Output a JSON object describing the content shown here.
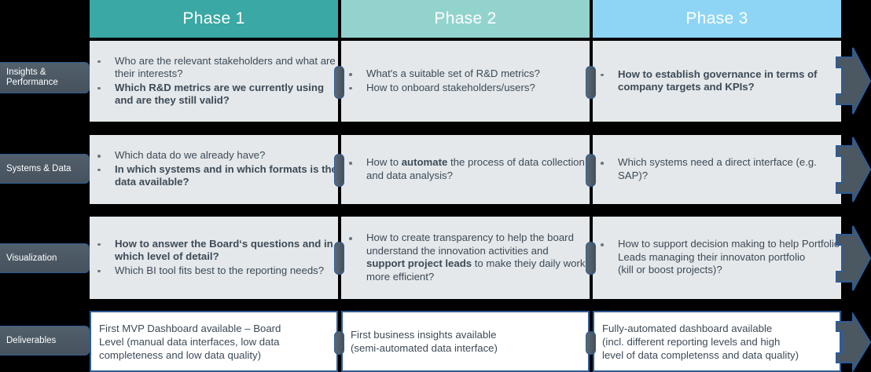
{
  "colors": {
    "phase1": "#3aa8a4",
    "phase2": "#93d3ce",
    "phase3": "#8ed5f5",
    "cell_bg": "#e4e8ea",
    "label_bg": "#4b5862",
    "border_blue": "#2e5c94",
    "text": "#3d4a57",
    "page_bg": "#000000"
  },
  "phases": [
    {
      "title": "Phase 1"
    },
    {
      "title": "Phase 2"
    },
    {
      "title": "Phase 3"
    }
  ],
  "row_labels": [
    {
      "line1": "Insights &",
      "line2": "Performance"
    },
    {
      "line1": "Systems & Data",
      "line2": ""
    },
    {
      "line1": "Visualization",
      "line2": ""
    },
    {
      "line1": "Deliverables",
      "line2": ""
    }
  ],
  "rows": [
    {
      "name": "Insights & Performance",
      "cells": [
        {
          "bullets": [
            {
              "text": "Who are the relevant stakeholders and what are their interests?",
              "bold": false
            },
            {
              "text": "Which R&D metrics are we currently using and are they still valid?",
              "bold": true
            }
          ]
        },
        {
          "bullets": [
            {
              "text": "What's a suitable set of R&D metrics?",
              "bold": false
            },
            {
              "text": "How to onboard stakeholders/users?",
              "bold": false
            }
          ]
        },
        {
          "bullets": [
            {
              "text": "How to establish governance in terms of company targets and KPIs?",
              "bold": true
            }
          ]
        }
      ]
    },
    {
      "name": "Systems & Data",
      "cells": [
        {
          "bullets": [
            {
              "text": "Which data do we already have?",
              "bold": false
            },
            {
              "text": "In which systems and in which formats is the data available?",
              "bold": true
            }
          ]
        },
        {
          "bullets": [
            {
              "pre": "How to ",
              "strong": "automate",
              "post": " the process of data collection and data analysis?",
              "bold": false
            }
          ]
        },
        {
          "bullets": [
            {
              "text": "Which systems need a direct interface (e.g. SAP)?",
              "bold": false
            }
          ]
        }
      ]
    },
    {
      "name": "Visualization",
      "cells": [
        {
          "bullets": [
            {
              "text": "How to answer the Board‘s questions and in which level of detail?",
              "bold": true
            },
            {
              "text": "Which BI tool fits best to the reporting needs?",
              "bold": false
            }
          ]
        },
        {
          "bullets": [
            {
              "pre": "How to create transparency to help the board understand the innovation activities and ",
              "strong": "support project leads",
              "post": " to make theiy daily work more efficient?",
              "bold": false
            }
          ]
        },
        {
          "bullets": [
            {
              "text": "How to support decision making to help Portfolio Leads managing their innovaton portfolio",
              "bold": false,
              "extra_line": "(kill or boost projects)?"
            }
          ]
        }
      ]
    },
    {
      "name": "Deliverables",
      "cells": [
        {
          "lines": [
            "First MVP Dashboard available – Board",
            "Level (manual data interfaces, low data",
            "completeness and low data quality)"
          ]
        },
        {
          "lines": [
            "First business insights available",
            "(semi-automated data interface)"
          ]
        },
        {
          "lines": [
            "Fully-automated dashboard available",
            "(incl. different reporting levels and high",
            "level of data completenss and data quality)"
          ]
        }
      ]
    }
  ],
  "arrows": [
    {
      "name": "row-arrow-1"
    },
    {
      "name": "row-arrow-2"
    },
    {
      "name": "row-arrow-3"
    },
    {
      "name": "row-arrow-4"
    }
  ]
}
